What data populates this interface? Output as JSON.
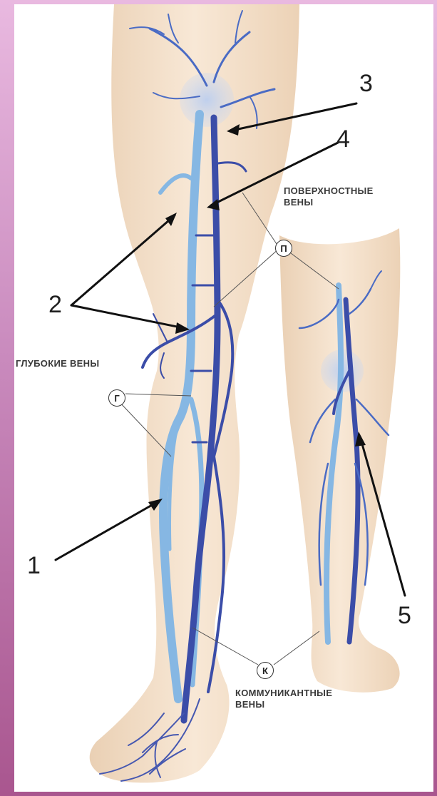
{
  "labels": {
    "superficial_veins": [
      "ПОВЕРХНОСТНЫЕ",
      "ВЕНЫ"
    ],
    "deep_veins": "ГЛУБОКИЕ ВЕНЫ",
    "communicating_veins": [
      "КОММУНИКАНТНЫЕ",
      "ВЕНЫ"
    ]
  },
  "markers": {
    "p": "П",
    "g": "Г",
    "k": "К"
  },
  "numbers": [
    "1",
    "2",
    "3",
    "4",
    "5"
  ],
  "colors": {
    "frame": "#c98abd",
    "skin": "#f3dcc4",
    "deep_vein": "#7fb3e0",
    "superficial_vein": "#3d4fa6"
  }
}
